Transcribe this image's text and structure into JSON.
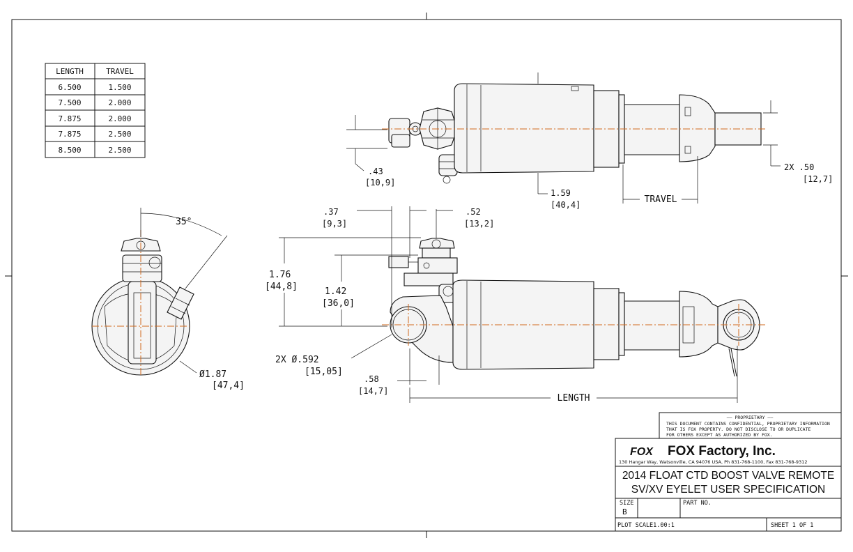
{
  "travel_table": {
    "headers": [
      "LENGTH",
      "TRAVEL"
    ],
    "rows": [
      [
        "6.500",
        "1.500"
      ],
      [
        "7.500",
        "2.000"
      ],
      [
        "7.875",
        "2.000"
      ],
      [
        "7.875",
        "2.500"
      ],
      [
        "8.500",
        "2.500"
      ]
    ]
  },
  "dims": {
    "angle": "35°",
    "dia_body": "Ø1.87",
    "dia_body_mm": "[47,4]",
    "top_43": ".43",
    "top_43_mm": "[10,9]",
    "top_159": "1.59",
    "top_159_mm": "[40,4]",
    "top_2x50": "2X  .50",
    "top_2x50_mm": "[12,7]",
    "travel": "TRAVEL",
    "d37": ".37",
    "d37_mm": "[9,3]",
    "d52": ".52",
    "d52_mm": "[13,2]",
    "d176": "1.76",
    "d176_mm": "[44,8]",
    "d142": "1.42",
    "d142_mm": "[36,0]",
    "hole": "2X  Ø.592",
    "hole_mm": "[15,05]",
    "d58": ".58",
    "d58_mm": "[14,7]",
    "length": "LENGTH"
  },
  "title_block": {
    "proprietary_heading": "—— PROPRIETARY ——",
    "proprietary_lines": [
      "THIS DOCUMENT CONTAINS CONFIDENTIAL, PROPRIETARY INFORMATION",
      "THAT IS FOX PROPERTY.  DO NOT DISCLOSE TO OR DUPLICATE",
      "FOR OTHERS EXCEPT AS AUTHORIZED BY FOX."
    ],
    "logo_text": "FOX",
    "company": "FOX  Factory,  Inc.",
    "address": "130 Hangar Way, Watsonville, CA 94076 USA, Ph 831-768-1100, Fax 831-768-9312",
    "title_line1": "2014 FLOAT CTD BOOST VALVE REMOTE",
    "title_line2": "SV/XV EYELET USER SPECIFICATION",
    "size_label": "SIZE",
    "size_value": "B",
    "part_label": "PART NO.",
    "plot_scale": "PLOT SCALE1.00:1",
    "sheet": "SHEET    1 OF 1"
  },
  "colors": {
    "centerline": "#d26a1e",
    "line": "#111111"
  }
}
